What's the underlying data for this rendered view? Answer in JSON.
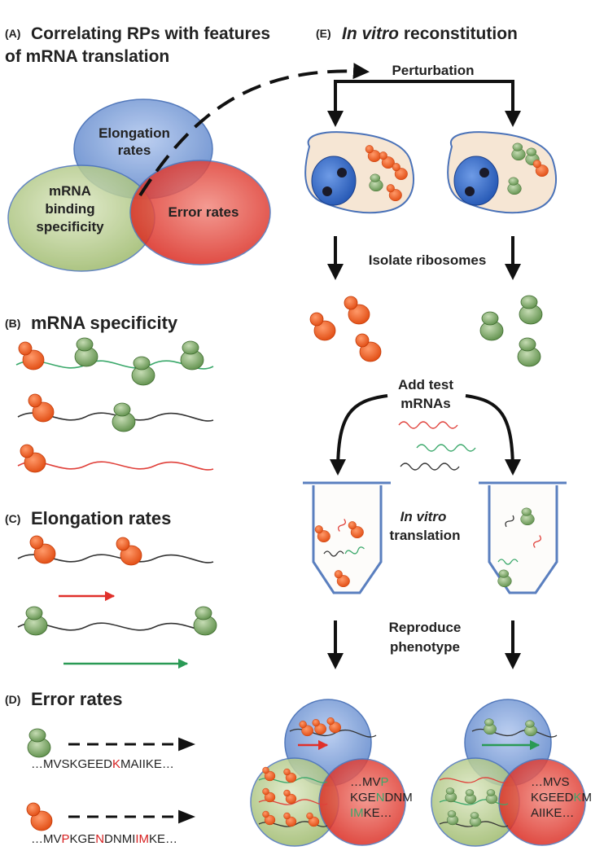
{
  "panel_a": {
    "tag": "(A)",
    "title_line1": "Correlating RPs with features",
    "title_line2": "of mRNA translation",
    "venn_top": [
      "Elongation",
      "rates"
    ],
    "venn_left": [
      "mRNA",
      "binding",
      "specificity"
    ],
    "venn_right": "Error rates"
  },
  "panel_b": {
    "tag": "(B)",
    "title": "mRNA specificity"
  },
  "panel_c": {
    "tag": "(C)",
    "title": "Elongation rates"
  },
  "panel_d": {
    "tag": "(D)",
    "title": "Error rates",
    "seq1": [
      {
        "t": "…MVSKGEED",
        "err": false
      },
      {
        "t": "K",
        "err": true
      },
      {
        "t": "MAIIKE…",
        "err": false
      }
    ],
    "seq2": [
      {
        "t": "…MV",
        "err": false
      },
      {
        "t": "P",
        "err": true
      },
      {
        "t": "KGE",
        "err": false
      },
      {
        "t": "N",
        "err": true
      },
      {
        "t": "DNMI",
        "err": false
      },
      {
        "t": "I",
        "err": true
      },
      {
        "t": "M",
        "err": true
      },
      {
        "t": "KE…",
        "err": false
      }
    ]
  },
  "panel_e": {
    "tag": "(E)",
    "title_italic": "In vitro",
    "title_rest": " reconstitution",
    "perturbation": "Perturbation",
    "isolate": "Isolate ribosomes",
    "add_test": [
      "Add test",
      "mRNAs"
    ],
    "in_vitro_italic": "In vitro",
    "translation": "translation",
    "reproduce": [
      "Reproduce",
      "phenotype"
    ],
    "result_left_lines": [
      [
        {
          "t": "…MV",
          "c": "normal"
        },
        {
          "t": "P",
          "c": "green"
        }
      ],
      [
        {
          "t": "KGE",
          "c": "normal"
        },
        {
          "t": "N",
          "c": "green"
        },
        {
          "t": "DNM",
          "c": "normal"
        }
      ],
      [
        {
          "t": "IM",
          "c": "green"
        },
        {
          "t": "KE…",
          "c": "normal"
        }
      ]
    ],
    "result_right_lines": [
      [
        {
          "t": "…MVS",
          "c": "normal"
        }
      ],
      [
        {
          "t": "KGEED",
          "c": "normal"
        },
        {
          "t": "K",
          "c": "green"
        },
        {
          "t": "M",
          "c": "normal"
        }
      ],
      [
        {
          "t": "AIIKE…",
          "c": "normal"
        }
      ]
    ]
  },
  "colors": {
    "ribosome_orange": "#e8501a",
    "ribosome_green": "#6fa05a",
    "mrna_green": "#3aa86a",
    "mrna_red": "#e0403a",
    "mrna_black": "#333333",
    "error_red": "#d62020",
    "venn_blue": "#6b90cf",
    "venn_green": "#a9c27a",
    "venn_red": "#e23a2f",
    "cell_fill": "#f6e6d4",
    "nucleus_blue": "#2f66c9"
  }
}
